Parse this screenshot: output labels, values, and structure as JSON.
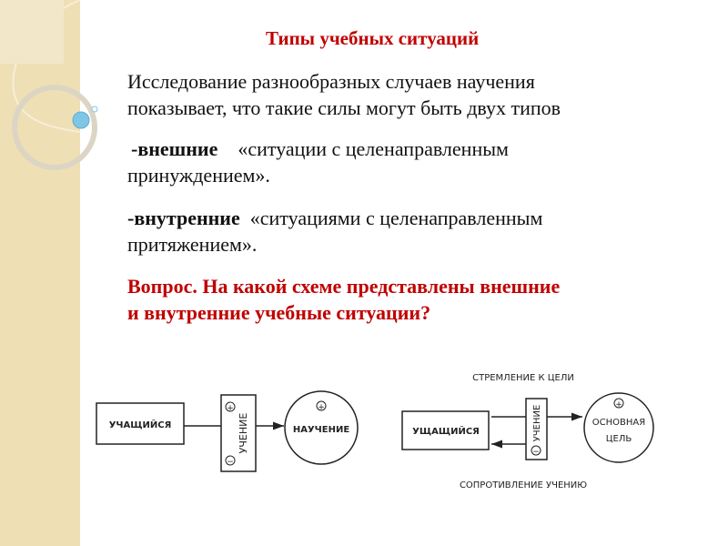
{
  "title": "Типы учебных ситуаций",
  "para1": [
    "Исследование разнообразных случаев научения",
    "показывает, что такие силы могут быть двух типов"
  ],
  "external": {
    "term": "-внешние",
    "desc_1": "«ситуации с целенаправленным",
    "desc_2": "принуждением»."
  },
  "internal": {
    "term": "-внутренние",
    "desc_1": "«ситуациями с целенаправленным",
    "desc_2": "притяжением»."
  },
  "question": [
    "Вопрос. На какой схеме представлены внешние",
    "и внутренние учебные ситуации?"
  ],
  "diagram1": {
    "learner": "УЧАЩИЙСЯ",
    "learning": "УЧЕНИЕ",
    "result": "НАУЧЕНИЕ",
    "plus": "+",
    "minus": "−"
  },
  "diagram2": {
    "top": "СТРЕМЛЕНИЕ К ЦЕЛИ",
    "bottom": "СОПРОТИВЛЕНИЕ УЧЕНИЮ",
    "learner": "УЩАЩИЙСЯ",
    "learning": "УЧЕНИЕ",
    "goal_1": "ОСНОВНАЯ",
    "goal_2": "ЦЕЛЬ",
    "plus": "+",
    "minus": "−"
  }
}
